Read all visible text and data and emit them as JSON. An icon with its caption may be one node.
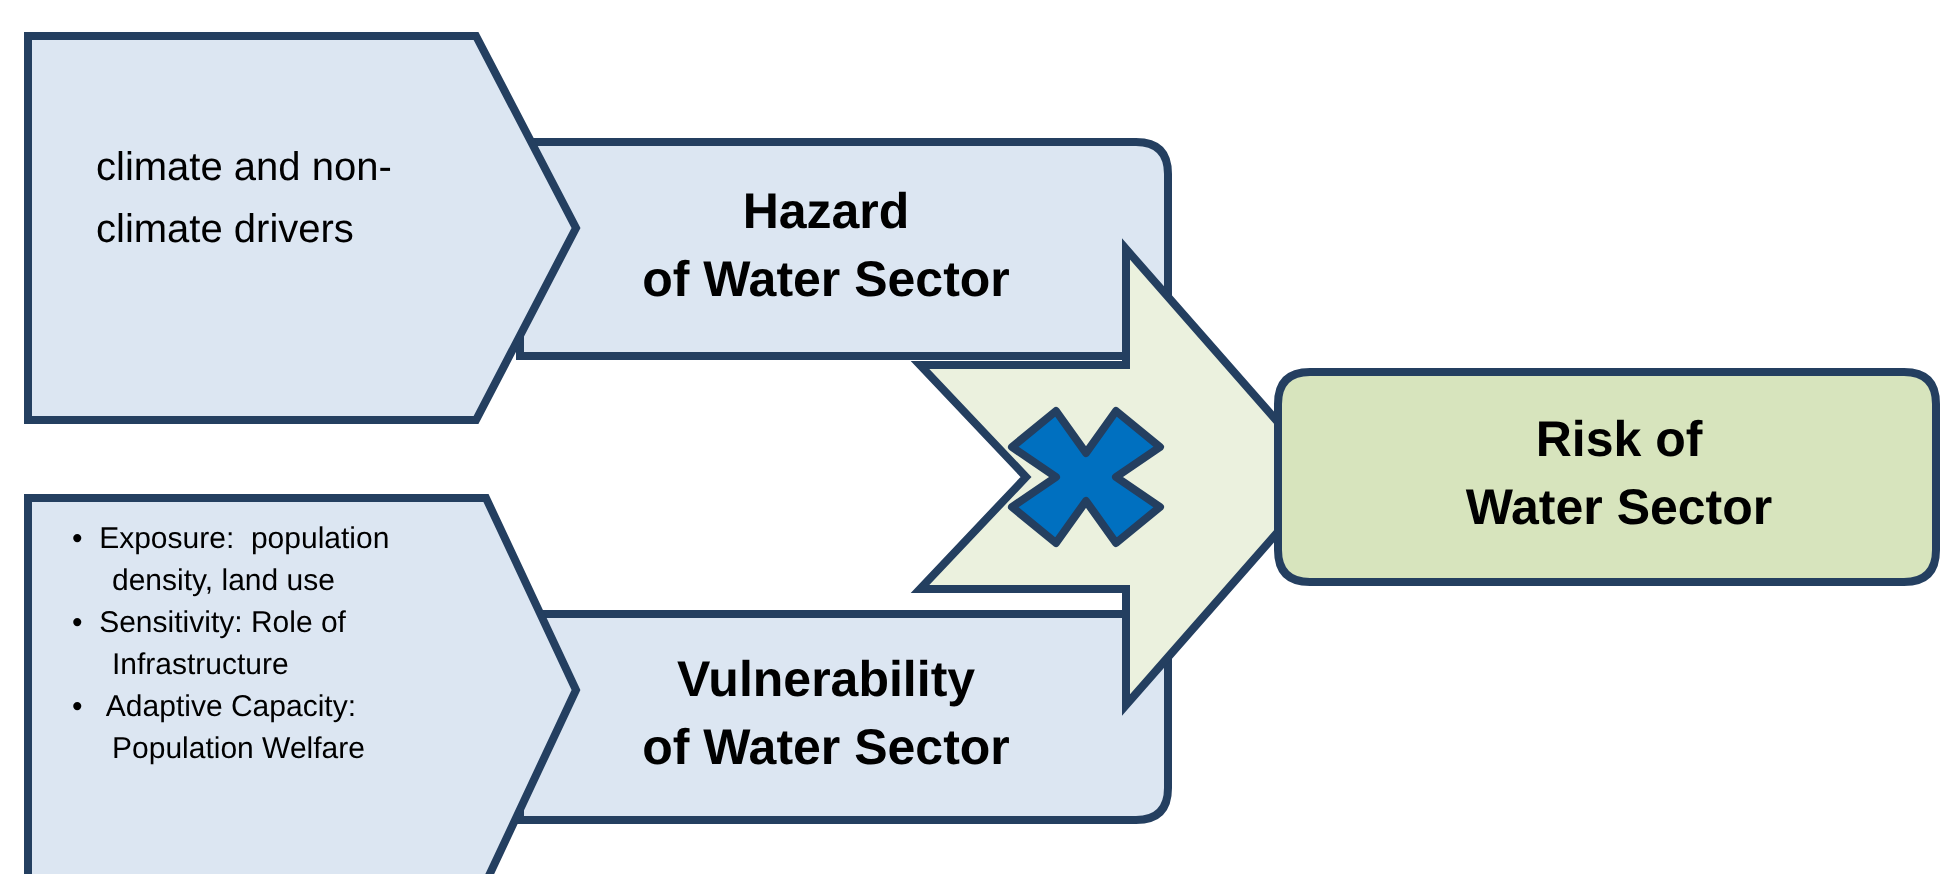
{
  "diagram": {
    "nodes": [
      {
        "text": [
          "climate and non-climate drivers"
        ]
      },
      {
        "text": [
          "Hazard",
          "of Water Sector"
        ]
      },
      {
        "text": [
          "•  Exposure:  population density, land use",
          "•  Sensitivity: Role of Infrastructure",
          "•   Adaptive Capacity: Population Welfare"
        ]
      },
      {
        "text": [
          "Vulnerability",
          "of Water Sector"
        ]
      },
      {
        "text": [
          "Risk of",
          "Water Sector"
        ]
      }
    ],
    "edges": [
      {
        "from": 1,
        "to": 4,
        "arrow": "to"
      },
      {
        "from": 3,
        "to": 4,
        "arrow": "to"
      }
    ]
  }
}
